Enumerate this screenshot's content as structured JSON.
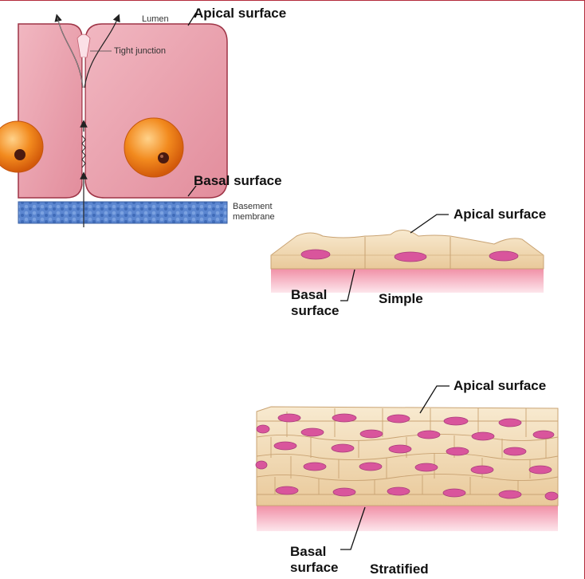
{
  "top_diagram": {
    "lumen": "Lumen",
    "apical_surface": "Apical surface",
    "tight_junction": "Tight junction",
    "basal_surface": "Basal surface",
    "basement_membrane_line1": "Basement",
    "basement_membrane_line2": "membrane"
  },
  "simple_epithelium": {
    "apical_surface": "Apical surface",
    "basal_line1": "Basal",
    "basal_line2": "surface",
    "caption": "Simple"
  },
  "stratified_epithelium": {
    "apical_surface": "Apical surface",
    "basal_line1": "Basal",
    "basal_line2": "surface",
    "caption": "Stratified"
  },
  "colors": {
    "cell_fill": "#e9a1ad",
    "cell_edge": "#9e3446",
    "nucleus": "#f28a1e",
    "membrane": "#4a78c4",
    "tissue": "#f0d8b0",
    "nucleus_small": "#d9559c",
    "connective": "#f3b7c4"
  }
}
